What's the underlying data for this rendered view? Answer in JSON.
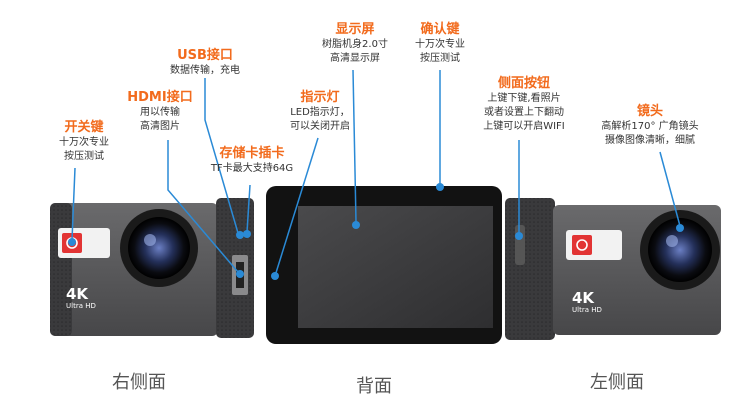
{
  "colors": {
    "accent": "#f26b1d",
    "pointer": "#2a8ad6",
    "body_gray": "#5a5a5c",
    "screen_frame": "#121212",
    "screen": "#3b3b3d"
  },
  "callouts": {
    "power": {
      "title": "开关键",
      "lines": [
        "十万次专业",
        "按压测试"
      ]
    },
    "usb": {
      "title": "USB接口",
      "lines": [
        "数据传输，充电"
      ]
    },
    "hdmi": {
      "title": "HDMI接口",
      "lines": [
        "用以传输",
        "高清图片"
      ]
    },
    "sdcard": {
      "title": "存储卡插卡",
      "lines": [
        "TF卡最大支持64G"
      ]
    },
    "indicator": {
      "title": "指示灯",
      "lines": [
        "LED指示灯，",
        "可以关闭开启"
      ]
    },
    "display": {
      "title": "显示屏",
      "lines": [
        "树脂机身2.0寸",
        "高清显示屏"
      ]
    },
    "confirm": {
      "title": "确认键",
      "lines": [
        "十万次专业",
        "按压测试"
      ]
    },
    "side_button": {
      "title": "侧面按钮",
      "lines": [
        "上键下键,看照片",
        "或者设置上下翻动",
        "上键可以开启WIFI"
      ]
    },
    "lens": {
      "title": "镜头",
      "lines": [
        "高解析170° 广角镜头",
        "摄像图像清晰，细腻"
      ]
    }
  },
  "camera_badge": {
    "main": "4K",
    "sub": "Ultra HD"
  },
  "views": {
    "right": "右侧面",
    "back": "背面",
    "left": "左侧面"
  }
}
